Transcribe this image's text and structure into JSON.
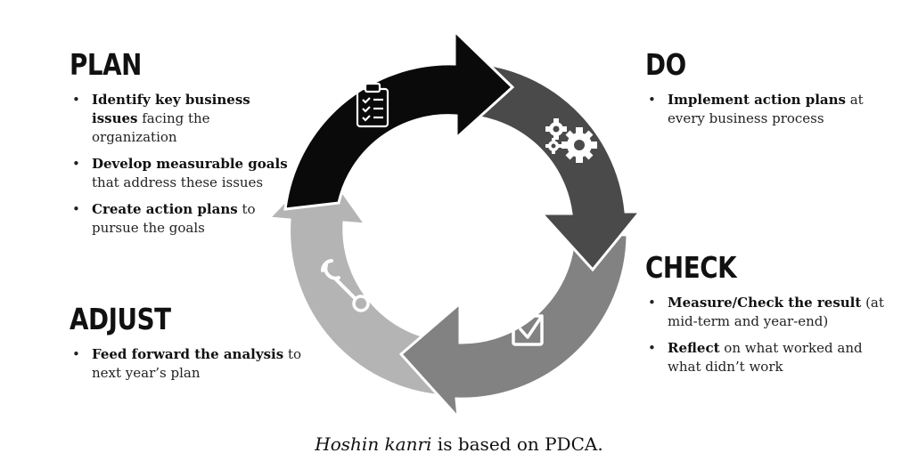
{
  "plan": {
    "heading": "PLAN",
    "bullets": [
      {
        "bold": "Identify key business issues",
        "rest": " facing the organization"
      },
      {
        "bold": "Develop measurable goals",
        "rest": " that address these issues"
      },
      {
        "bold": "Create action plans",
        "rest": " to pursue the goals"
      }
    ]
  },
  "do": {
    "heading": "DO",
    "bullets": [
      {
        "bold": "Implement action plans",
        "rest": " at every business process"
      }
    ]
  },
  "check": {
    "heading": "CHECK",
    "bullets": [
      {
        "bold": "Measure/Check the result",
        "rest": " (at mid-term and year-end)"
      },
      {
        "bold": "Reflect",
        "rest": " on what worked and what didn’t work"
      }
    ]
  },
  "adjust": {
    "heading": "ADJUST",
    "bullets": [
      {
        "bold": "Feed forward the analysis",
        "rest": " to next year’s plan"
      }
    ]
  },
  "caption": {
    "italic": "Hoshin kanri",
    "rest": " is based on PDCA."
  },
  "colors": {
    "plan": "#0a0a0a",
    "do": "#4a4a4a",
    "check": "#828282",
    "adjust": "#b4b4b4"
  },
  "icons": {
    "plan": "clipboard-icon",
    "do": "gears-icon",
    "check": "checkbox-icon",
    "adjust": "wrench-icon"
  }
}
